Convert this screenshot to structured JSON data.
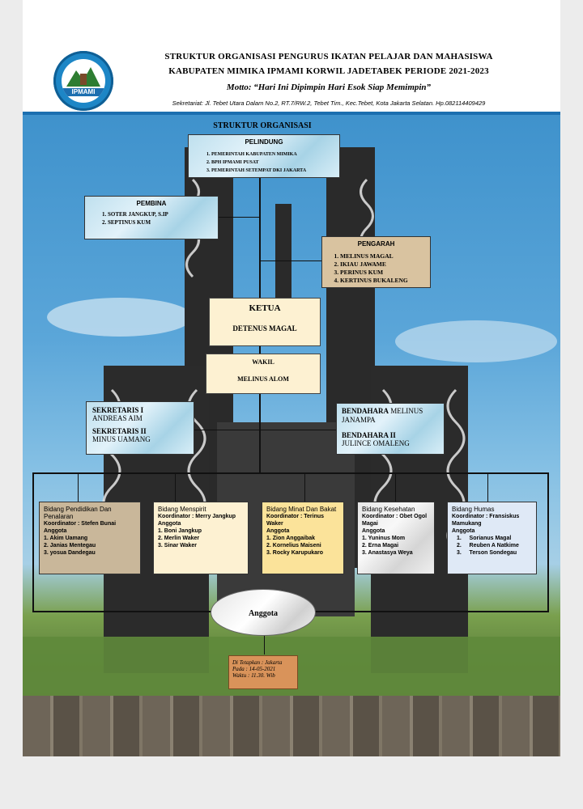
{
  "header": {
    "logo_text": "IPMAMI",
    "line1": "STRUKTUR ORGANISASI PENGURUS IKATAN PELAJAR DAN MAHASISWA",
    "line2": "KABUPATEN MIMIKA IPMAMI KORWIL JADETABEK  PERIODE 2021-2023",
    "motto": "Motto: “Hari Ini Dipimpin Hari Esok Siap Memimpin”",
    "secretariat": "Sekretariat: Jl. Tebet Utara Dalam No.2, RT.7/RW.2, Tebet Tim., Kec.Tebet, Kota Jakarta Selatan. Hp.082114409429"
  },
  "diagram_title": "STRUKTUR ORGANISASI",
  "pelindung": {
    "title": "PELINDUNG",
    "items": [
      "PEMERINTAH KABUPATEN MIMIKA",
      "BPH IPMAMI PUSAT",
      "PEMERINTAH SETEMPAT DKI JAKARTA"
    ]
  },
  "pembina": {
    "title": "PEMBINA",
    "items": [
      "SOTER JANGKUP, S.IP",
      "SEPTINUS KUM"
    ]
  },
  "pengarah": {
    "title": "PENGARAH",
    "items": [
      "MELINUS MAGAL",
      "IKIAU JAWAME",
      "PERINUS KUM",
      "KERTINUS BUKALENG"
    ]
  },
  "ketua": {
    "title": "KETUA",
    "name": "DETENUS MAGAL"
  },
  "wakil": {
    "title": "WAKIL",
    "name": "MELINUS ALOM"
  },
  "sekretaris": {
    "s1_title": "SEKRETARIS I",
    "s1_name": "ANDREAS AIM",
    "s2_title": "SEKRETARIS II",
    "s2_name": "MINUS UAMANG"
  },
  "bendahara": {
    "b1_title": "BENDAHARA",
    "b1_name": "MELINUS JANAMPA",
    "b2_title": "BENDAHARA II",
    "b2_name": "JULINCE OMALENG"
  },
  "bidang": [
    {
      "title": "Bidang Pendidikan Dan Penalaran",
      "coordinator": "Koordinator : Stefen Bunai",
      "members_label": "Anggota",
      "members": [
        "1. Akim Uamang",
        "2. Janias Mentegau",
        "3. yosua Dandegau"
      ]
    },
    {
      "title": "Bidang Menspirit",
      "coordinator": "Koordinator : Merry Jangkup",
      "members_label": "Anggota",
      "members": [
        "1. Boni Jangkup",
        "2. Merlin Waker",
        "3. Sinar Waker"
      ]
    },
    {
      "title": "Bidang Minat Dan Bakat",
      "coordinator": "Koordinator : Terinus Waker",
      "members_label": "Anggota",
      "members": [
        "1. Zion Anggaibak",
        "2. Kornelius Maiseni",
        "3. Rocky Karupukaro"
      ]
    },
    {
      "title": "Bidang Kesehatan",
      "coordinator": "Koordinator : Obet Ogol Magai",
      "members_label": "Anggota",
      "members": [
        "1. Yuninus Mom",
        "2. Erna Magai",
        "3. Anastasya Weya"
      ]
    },
    {
      "title": "Bidang Humas",
      "coordinator": "Koordinator : Fransiskus Mamukang",
      "members_label": "Anggota",
      "members": [
        "1.     Sorianus Magal",
        "2.     Reuben A Natkime",
        "3.     Terson Sondegau"
      ]
    }
  ],
  "anggota": "Anggota",
  "signoff": {
    "place": "Di Tetapkan : Jakarta",
    "date": "Pada : 14-05-2021",
    "time": "Waktu : 11.30. Wib"
  },
  "colors": {
    "accent_blue": "#1c6fb0",
    "sky": "#5ba6d9",
    "cream": "#fdf1d2",
    "minat_yellow": "#fbe39a",
    "signoff_orange": "#d9935a"
  }
}
